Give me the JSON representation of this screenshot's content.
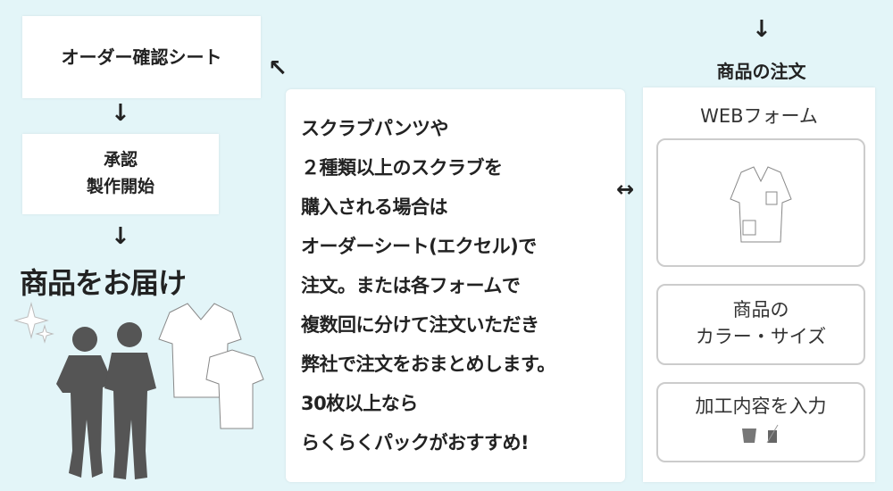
{
  "left": {
    "order_sheet": "オーダー確認シート",
    "approve_line1": "承認",
    "approve_line2": "製作開始",
    "delivery": "商品をお届け"
  },
  "center": {
    "lines": [
      "スクラブパンツや",
      "２種類以上のスクラブを",
      "購入される場合は",
      "オーダーシート(エクセル)で",
      "注文。または各フォームで",
      "複数回に分けて注文いただき",
      "弊社で注文をおまとめします。",
      "30枚以上なら",
      "らくらくパックがおすすめ!"
    ]
  },
  "right": {
    "heading": "商品の注文",
    "panel_title": "WEBフォーム",
    "color_size_line1": "商品の",
    "color_size_line2": "カラー・サイズ",
    "processing": "加工内容を入力"
  },
  "colors": {
    "background": "#e3f5f8",
    "figure": "#555555"
  }
}
